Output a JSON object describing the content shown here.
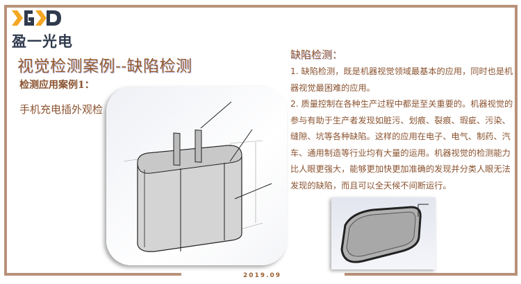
{
  "logo": {
    "mark": "GD",
    "company": "盈一光电"
  },
  "title": "视觉检测案例--缺陷检测",
  "case_label": "检测应用案例1：",
  "case_desc": "手机充电插外观检",
  "right": {
    "heading": "缺陷检测：",
    "paragraphs": [
      "1. 缺陷检测，既是机器视觉领域最基本的应用，同时也是机器视觉最困难的应用。",
      "2. 质量控制在各种生产过程中都是至关重要的。机器视觉的参与有助于生产者发现如脏污、划痕、裂痕、瑕疵、污染、缝隙、坑等各种缺陷。这样的应用在电子、电气、制药、汽车、通用制造等行业均有大量的运用。机器视觉的检测能力比人眼更强大，能够更加快更加准确的发现并分类人眼无法发现的缺陷，而且可以全天候不间断运行。"
    ]
  },
  "date": "2019.09",
  "colors": {
    "frame": "#b8917a",
    "text": "#8a5330",
    "logo_orange": "#f5a623",
    "logo_dark": "#2f3a4d"
  }
}
